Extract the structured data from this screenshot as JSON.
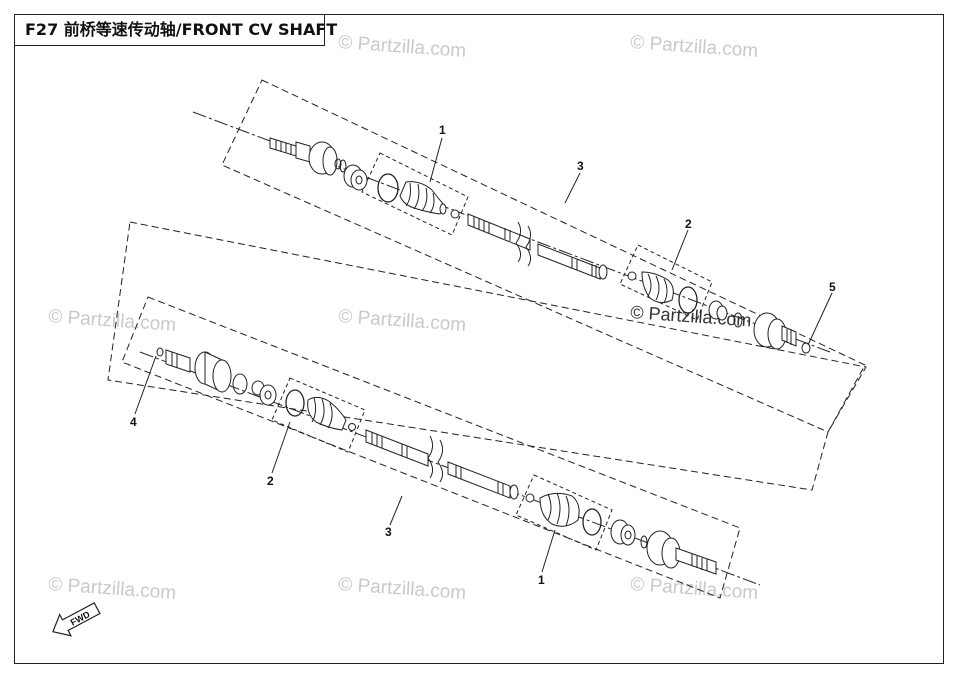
{
  "title": "F27 前桥等速传动轴/FRONT CV SHAFT",
  "watermark_text": "© Partzilla.com",
  "watermark_color": "#c9c9c9",
  "fwd_label": "FWD",
  "callouts": {
    "upper_boot_kit_outer": "1",
    "upper_boot_kit_inner": "2",
    "upper_shaft_assembly": "3",
    "upper_circlip": "5",
    "lower_circlip": "4",
    "lower_boot_kit_inner": "2",
    "lower_shaft_assembly": "3",
    "lower_boot_kit_outer": "1"
  }
}
